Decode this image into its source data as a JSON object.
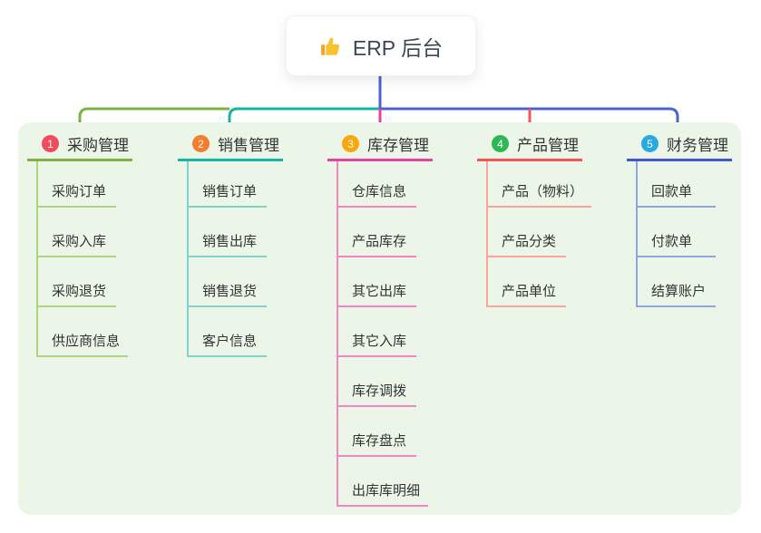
{
  "root": {
    "title": "ERP 后台",
    "icon": "thumbs-up-icon"
  },
  "colors": {
    "canvas_bg": "#ffffff",
    "panel_bg": "#ebf6e8",
    "text": "#333333",
    "root_text": "#3d4757",
    "trunk": "#4c63d2",
    "thumb_yellow": "#f9c32c"
  },
  "branches": [
    {
      "id": "purchase",
      "number": "1",
      "title": "采购管理",
      "badge_color": "#f34a5e",
      "line_color": "#7cb342",
      "child_line_color": "#aed581",
      "children": [
        "采购订单",
        "采购入库",
        "采购退货",
        "供应商信息"
      ]
    },
    {
      "id": "sales",
      "number": "2",
      "title": "销售管理",
      "badge_color": "#f57c2c",
      "line_color": "#17b3a3",
      "child_line_color": "#82d2c9",
      "children": [
        "销售订单",
        "销售出库",
        "销售退货",
        "客户信息"
      ]
    },
    {
      "id": "inventory",
      "number": "3",
      "title": "库存管理",
      "badge_color": "#f8a80b",
      "line_color": "#e8429f",
      "child_line_color": "#f584c0",
      "children": [
        "仓库信息",
        "产品库存",
        "其它出库",
        "其它入库",
        "库存调拨",
        "库存盘点",
        "出库库明细"
      ]
    },
    {
      "id": "product",
      "number": "4",
      "title": "产品管理",
      "badge_color": "#2eb755",
      "line_color": "#f85454",
      "child_line_color": "#faa49c",
      "children": [
        "产品（物料）",
        "产品分类",
        "产品单位"
      ]
    },
    {
      "id": "finance",
      "number": "5",
      "title": "财务管理",
      "badge_color": "#29a9e1",
      "line_color": "#4155d0",
      "child_line_color": "#8fa6e0",
      "children": [
        "回款单",
        "付款单",
        "结算账户"
      ]
    }
  ]
}
